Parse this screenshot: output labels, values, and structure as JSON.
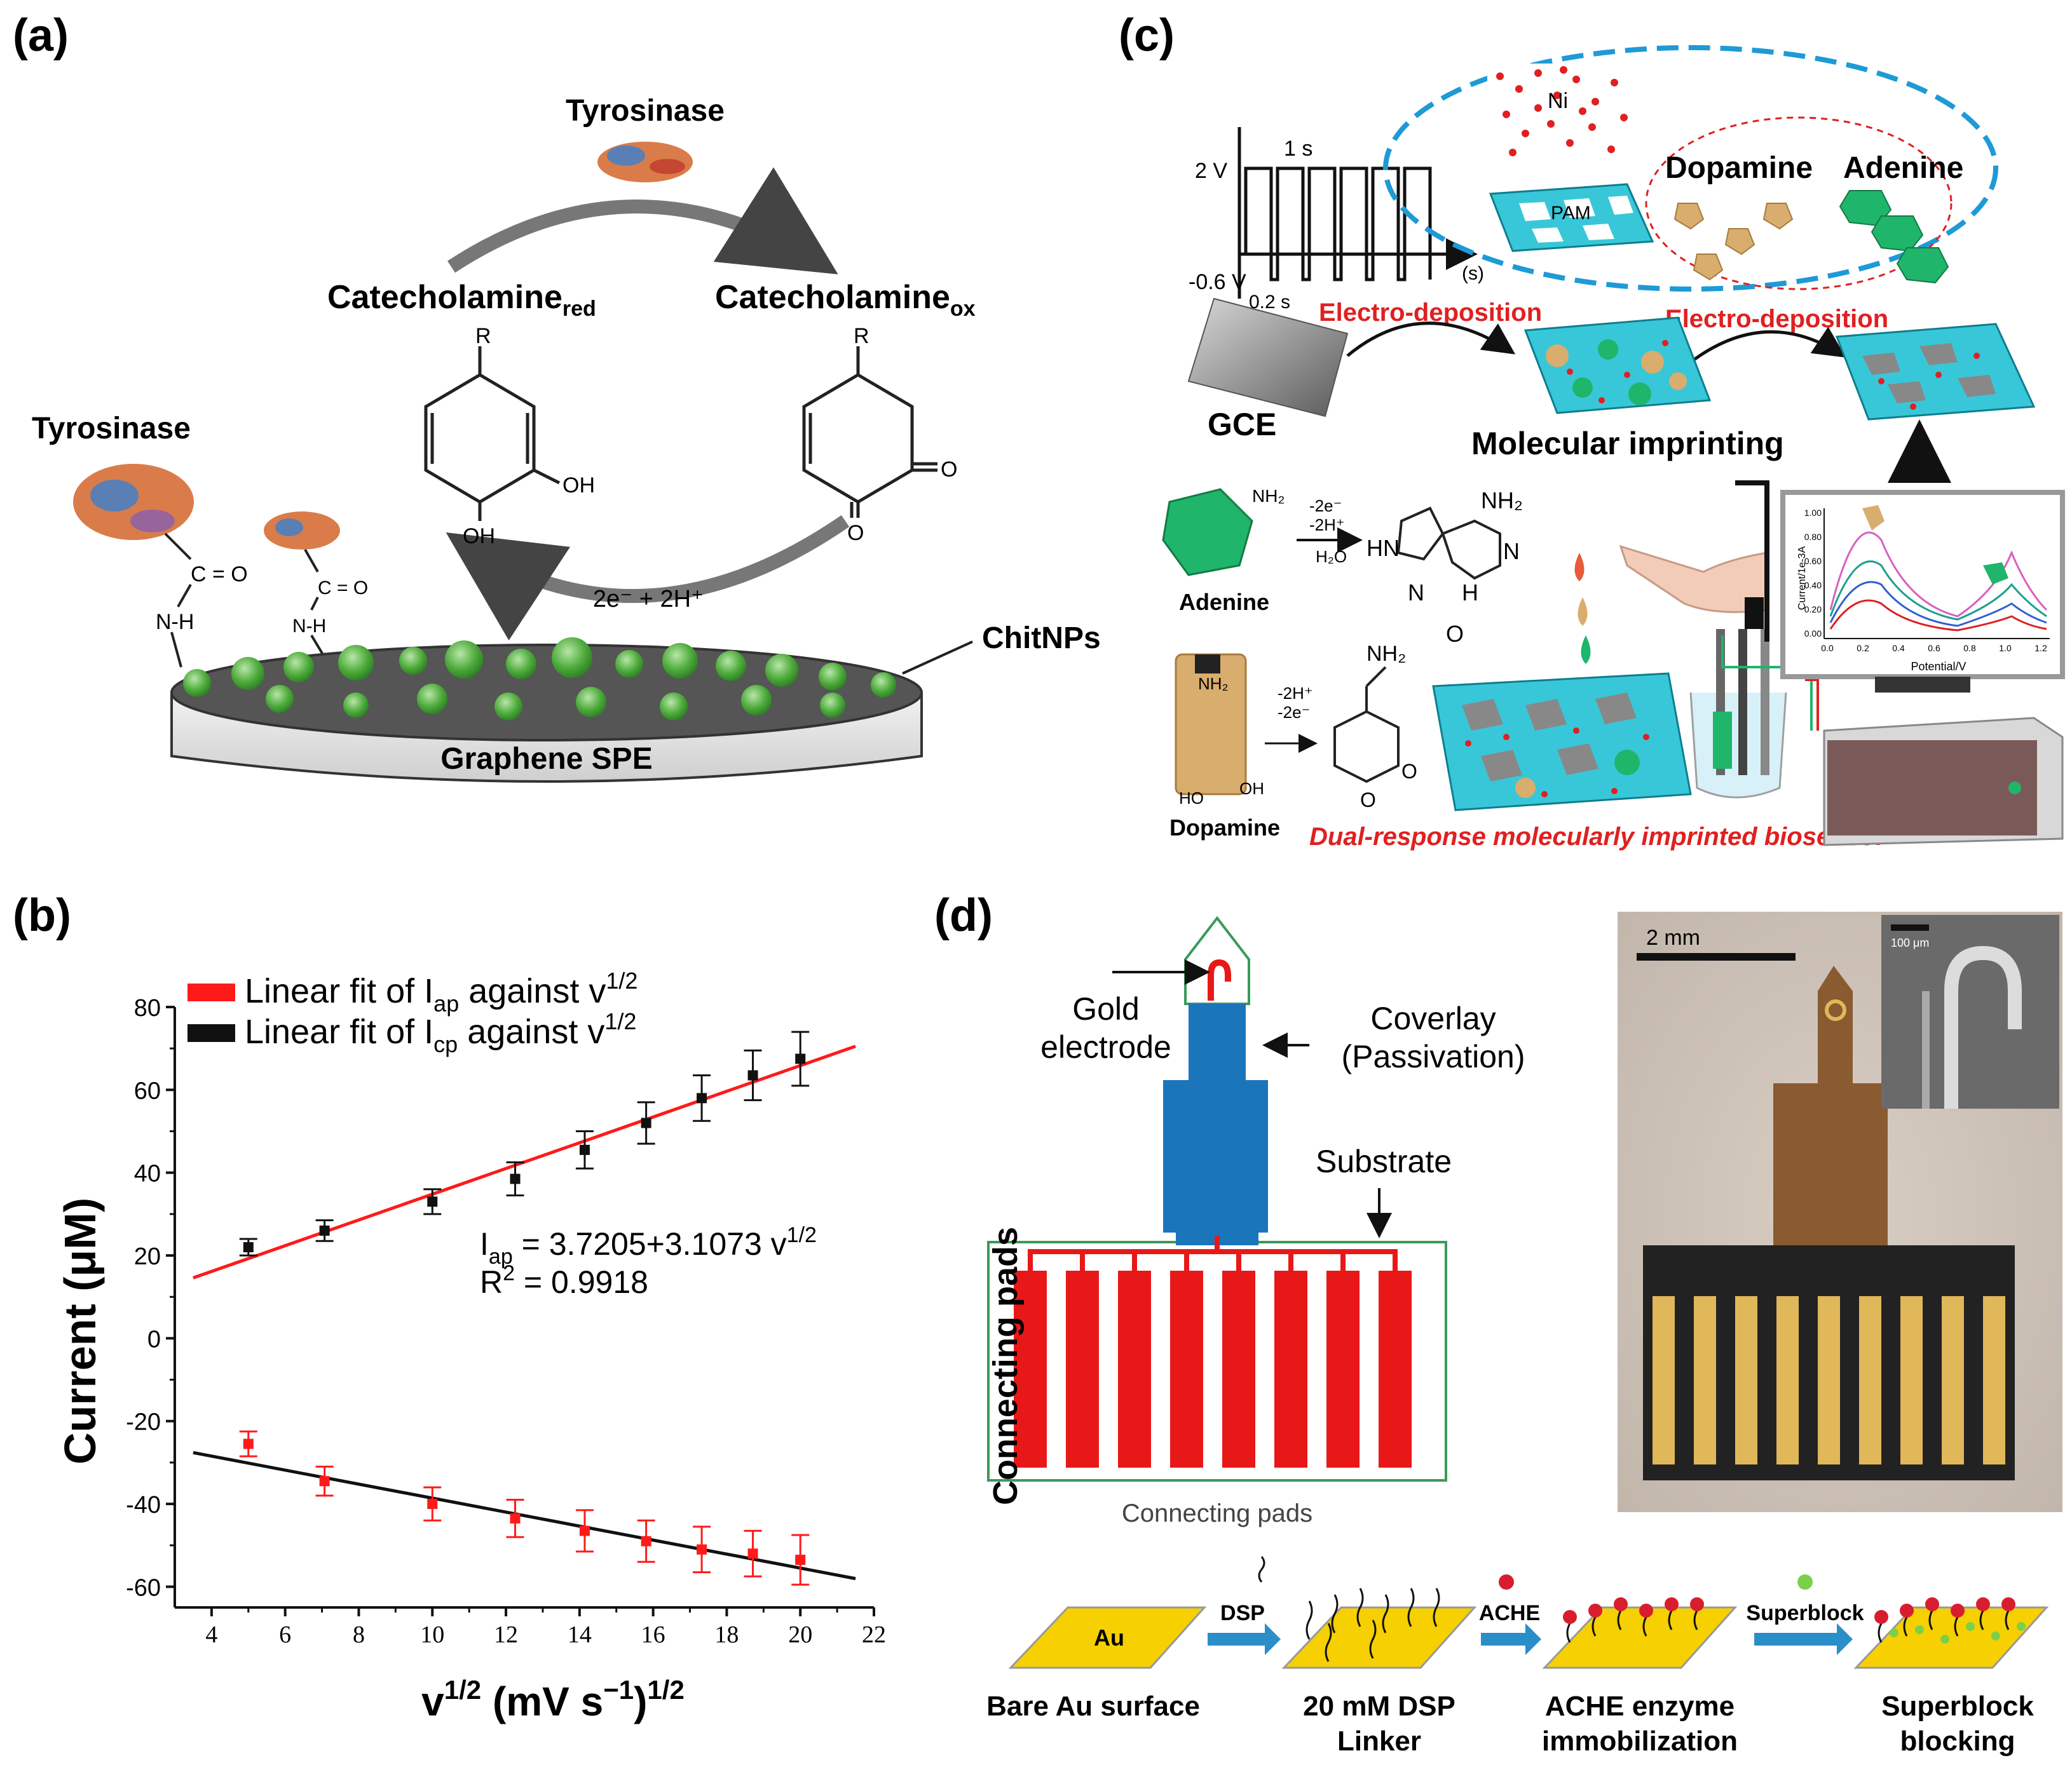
{
  "panel_a": {
    "label": "(a)",
    "enzyme_top": "Tyrosinase",
    "enzyme_left": "Tyrosinase",
    "reactant_base": "Catecholamine",
    "reactant_sub": "red",
    "product_base": "Catecholamine",
    "product_sub": "ox",
    "r_group": "R",
    "oh1": "OH",
    "oh2": "OH",
    "keto": "O",
    "keto2": "O",
    "electrons": "2e⁻ + 2H⁺",
    "carbonyl1": "C = O",
    "carbonyl2": "C = O",
    "amine1": "N-H",
    "amine2": "N-H",
    "coating": "ChitNPs",
    "electrode": "Graphene SPE"
  },
  "panel_b": {
    "label": "(b)",
    "legend": [
      {
        "base": "Linear fit of I",
        "sub": "ap",
        "suffix": " against v",
        "sup": "1/2",
        "color": "#ff1a1a"
      },
      {
        "base": "Linear fit of I",
        "sub": "cp",
        "suffix": " against v",
        "sup": "1/2",
        "color": "#111111"
      }
    ],
    "eq_base": "I",
    "eq_sub": "ap",
    "eq_rest": " = 3.7205+3.1073 v",
    "eq_sup": "1/2",
    "r2_base": "R",
    "r2_sup": "2",
    "r2_rest": " = 0.9918",
    "ylabel": "Current (μM)",
    "xlabel_base": "v",
    "xlabel_sup1": "1/2",
    "xlabel_mid": " (mV s",
    "xlabel_sup2": "−1",
    "xlabel_end": ")",
    "xlabel_sup3": "1/2",
    "chart_data": {
      "type": "scatter",
      "xlim": [
        3,
        22
      ],
      "ylim": [
        -65,
        80
      ],
      "xticks": [
        4,
        6,
        8,
        10,
        12,
        14,
        16,
        18,
        20,
        22
      ],
      "yticks": [
        80,
        60,
        40,
        20,
        0,
        -20,
        -40,
        -60
      ],
      "series": [
        {
          "name": "ap",
          "x": [
            5,
            7.07,
            10,
            12.25,
            14.14,
            15.81,
            17.32,
            18.71,
            20
          ],
          "y": [
            22,
            26,
            33,
            38.5,
            45.5,
            52,
            58,
            63.5,
            67.5
          ],
          "err": [
            2,
            2.5,
            3,
            4,
            4.5,
            5,
            5.5,
            6,
            6.5
          ],
          "point_color": "#111111",
          "fit": [
            3.7205,
            3.1073
          ],
          "fit_range": [
            3.5,
            21.5
          ],
          "fit_color": "#ff1a1a"
        },
        {
          "name": "cp",
          "x": [
            5,
            7.07,
            10,
            12.25,
            14.14,
            15.81,
            17.32,
            18.71,
            20
          ],
          "y": [
            -25.5,
            -34.5,
            -40,
            -43.5,
            -46.5,
            -49,
            -51,
            -52,
            -53.5
          ],
          "err": [
            3,
            3.5,
            4,
            4.5,
            5,
            5,
            5.5,
            5.5,
            6
          ],
          "point_color": "#ff1a1a",
          "fit": [
            -21.7,
            -1.69
          ],
          "fit_range": [
            3.5,
            21.5
          ],
          "fit_color": "#111111"
        }
      ]
    }
  },
  "panel_c": {
    "label": "(c)",
    "v_high": "2 V",
    "v_low": "-0.6 V",
    "t_high": "1 s",
    "t_low": "0.2 s",
    "t_unit": "(s)",
    "ni": "Ni",
    "pam": "PAM",
    "dopamine_title": "Dopamine",
    "adenine_title": "Adenine",
    "electro1": "Electro-deposition",
    "electro2": "Electro-deposition",
    "gce": "GCE",
    "imprint": "Molecular imprinting",
    "adenine_label": "Adenine",
    "nh2_a": "NH₂",
    "react_a1": "-2e⁻",
    "react_a2": "-2H⁺",
    "h2o": "H₂O",
    "prod_nh2": "NH₂",
    "prod_hn": "HN",
    "prod_n1": "N",
    "prod_n2": "N",
    "prod_nh": "H",
    "prod_o": "O",
    "dopamine_label": "Dopamine",
    "dop_nh2": "NH₂",
    "dop_react1": "-2H⁺",
    "dop_react2": "-2e⁻",
    "dop_prod_nh2": "NH₂",
    "dop_ho": "HO",
    "dop_oh": "OH",
    "dop_o1": "O",
    "dop_o2": "O",
    "biosensor": "Dual-response molecularly imprinted biosensor",
    "monitor_ylabel": "Current/1e-3A",
    "monitor_xlabel": "Potential/V",
    "monitor_yticks": [
      "1.00",
      "0.80",
      "0.60",
      "0.40",
      "0.20",
      "0.00"
    ],
    "monitor_xticks": [
      "0.0",
      "0.2",
      "0.4",
      "0.6",
      "0.8",
      "1.0",
      "1.2"
    ]
  },
  "panel_d": {
    "label": "(d)",
    "gold": [
      "Gold",
      "electrode"
    ],
    "coverlay": [
      "Coverlay",
      "(Passivation)"
    ],
    "substrate": "Substrate",
    "pads_vertical": "Connecting pads",
    "pads_bottom": "Connecting pads",
    "scale_main": "2 mm",
    "scale_inset": "100 μm",
    "au": "Au",
    "dsp": "DSP",
    "ache": "ACHE",
    "superblock": "Superblock",
    "steps": [
      [
        "Bare Au surface"
      ],
      [
        "20 mM DSP",
        "Linker"
      ],
      [
        "ACHE enzyme",
        "immobilization"
      ],
      [
        "Superblock",
        "blocking"
      ]
    ]
  }
}
